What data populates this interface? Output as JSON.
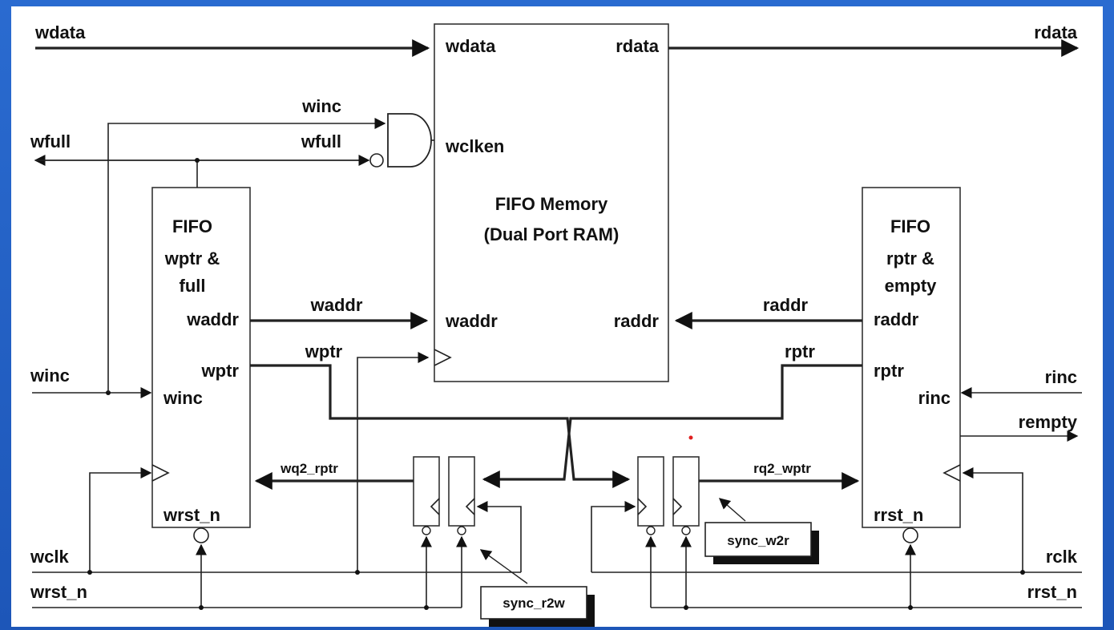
{
  "diagram": {
    "memory": {
      "title_line1": "FIFO Memory",
      "title_line2": "(Dual Port RAM)",
      "ports": {
        "wdata": "wdata",
        "rdata": "rdata",
        "wclken": "wclken",
        "waddr": "waddr",
        "raddr": "raddr"
      }
    },
    "wptr_block": {
      "line1": "FIFO",
      "line2": "wptr &",
      "line3": "full",
      "ports": {
        "waddr": "waddr",
        "wptr": "wptr",
        "winc": "winc",
        "wrst_n": "wrst_n"
      }
    },
    "rptr_block": {
      "line1": "FIFO",
      "line2": "rptr &",
      "line3": "empty",
      "ports": {
        "raddr": "raddr",
        "rptr": "rptr",
        "rinc": "rinc",
        "rrst_n": "rrst_n"
      }
    },
    "signals": {
      "wdata_in": "wdata",
      "rdata_out": "rdata",
      "winc_gate": "winc",
      "wfull_gate": "wfull",
      "wfull_out": "wfull",
      "winc_in": "winc",
      "wclk": "wclk",
      "wrst_n": "wrst_n",
      "waddr_bus": "waddr",
      "wptr_bus": "wptr",
      "raddr_bus": "raddr",
      "rptr_bus": "rptr",
      "rinc_in": "rinc",
      "rempty_out": "rempty",
      "rclk": "rclk",
      "rrst_n": "rrst_n",
      "wq2_rptr": "wq2_rptr",
      "rq2_wptr": "rq2_wptr"
    },
    "callouts": {
      "sync_r2w": "sync_r2w",
      "sync_w2r": "sync_w2r"
    }
  }
}
